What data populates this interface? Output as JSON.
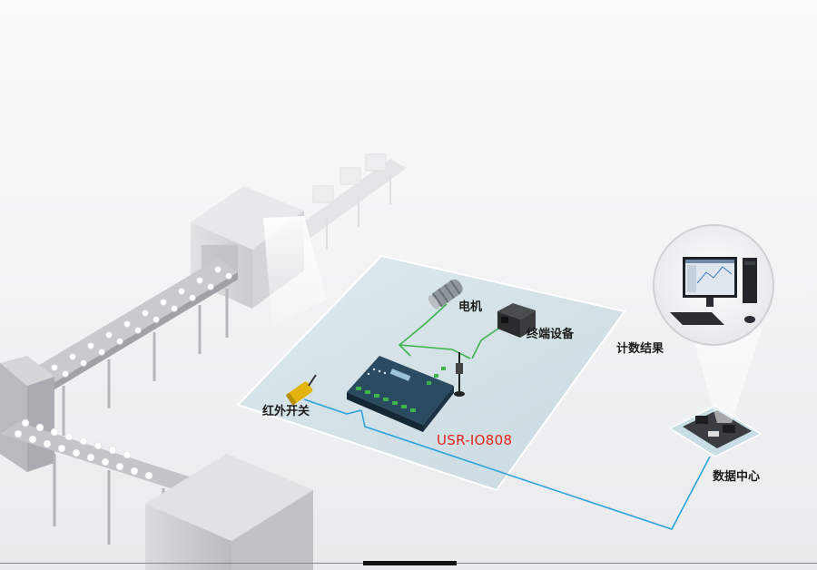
{
  "labels": {
    "motor": "电机",
    "terminal": "终端设备",
    "count_result": "计数结果",
    "ir_switch": "红外开关",
    "device_model": "USR-IO808",
    "data_center": "数据中心"
  },
  "colors": {
    "background": "#f2f3f4",
    "platform": "#cfe0e6",
    "green_link": "#3bb44a",
    "blue_link": "#2ea3d9",
    "model_text": "#e2231a",
    "device_body": "#1f3b4d"
  }
}
